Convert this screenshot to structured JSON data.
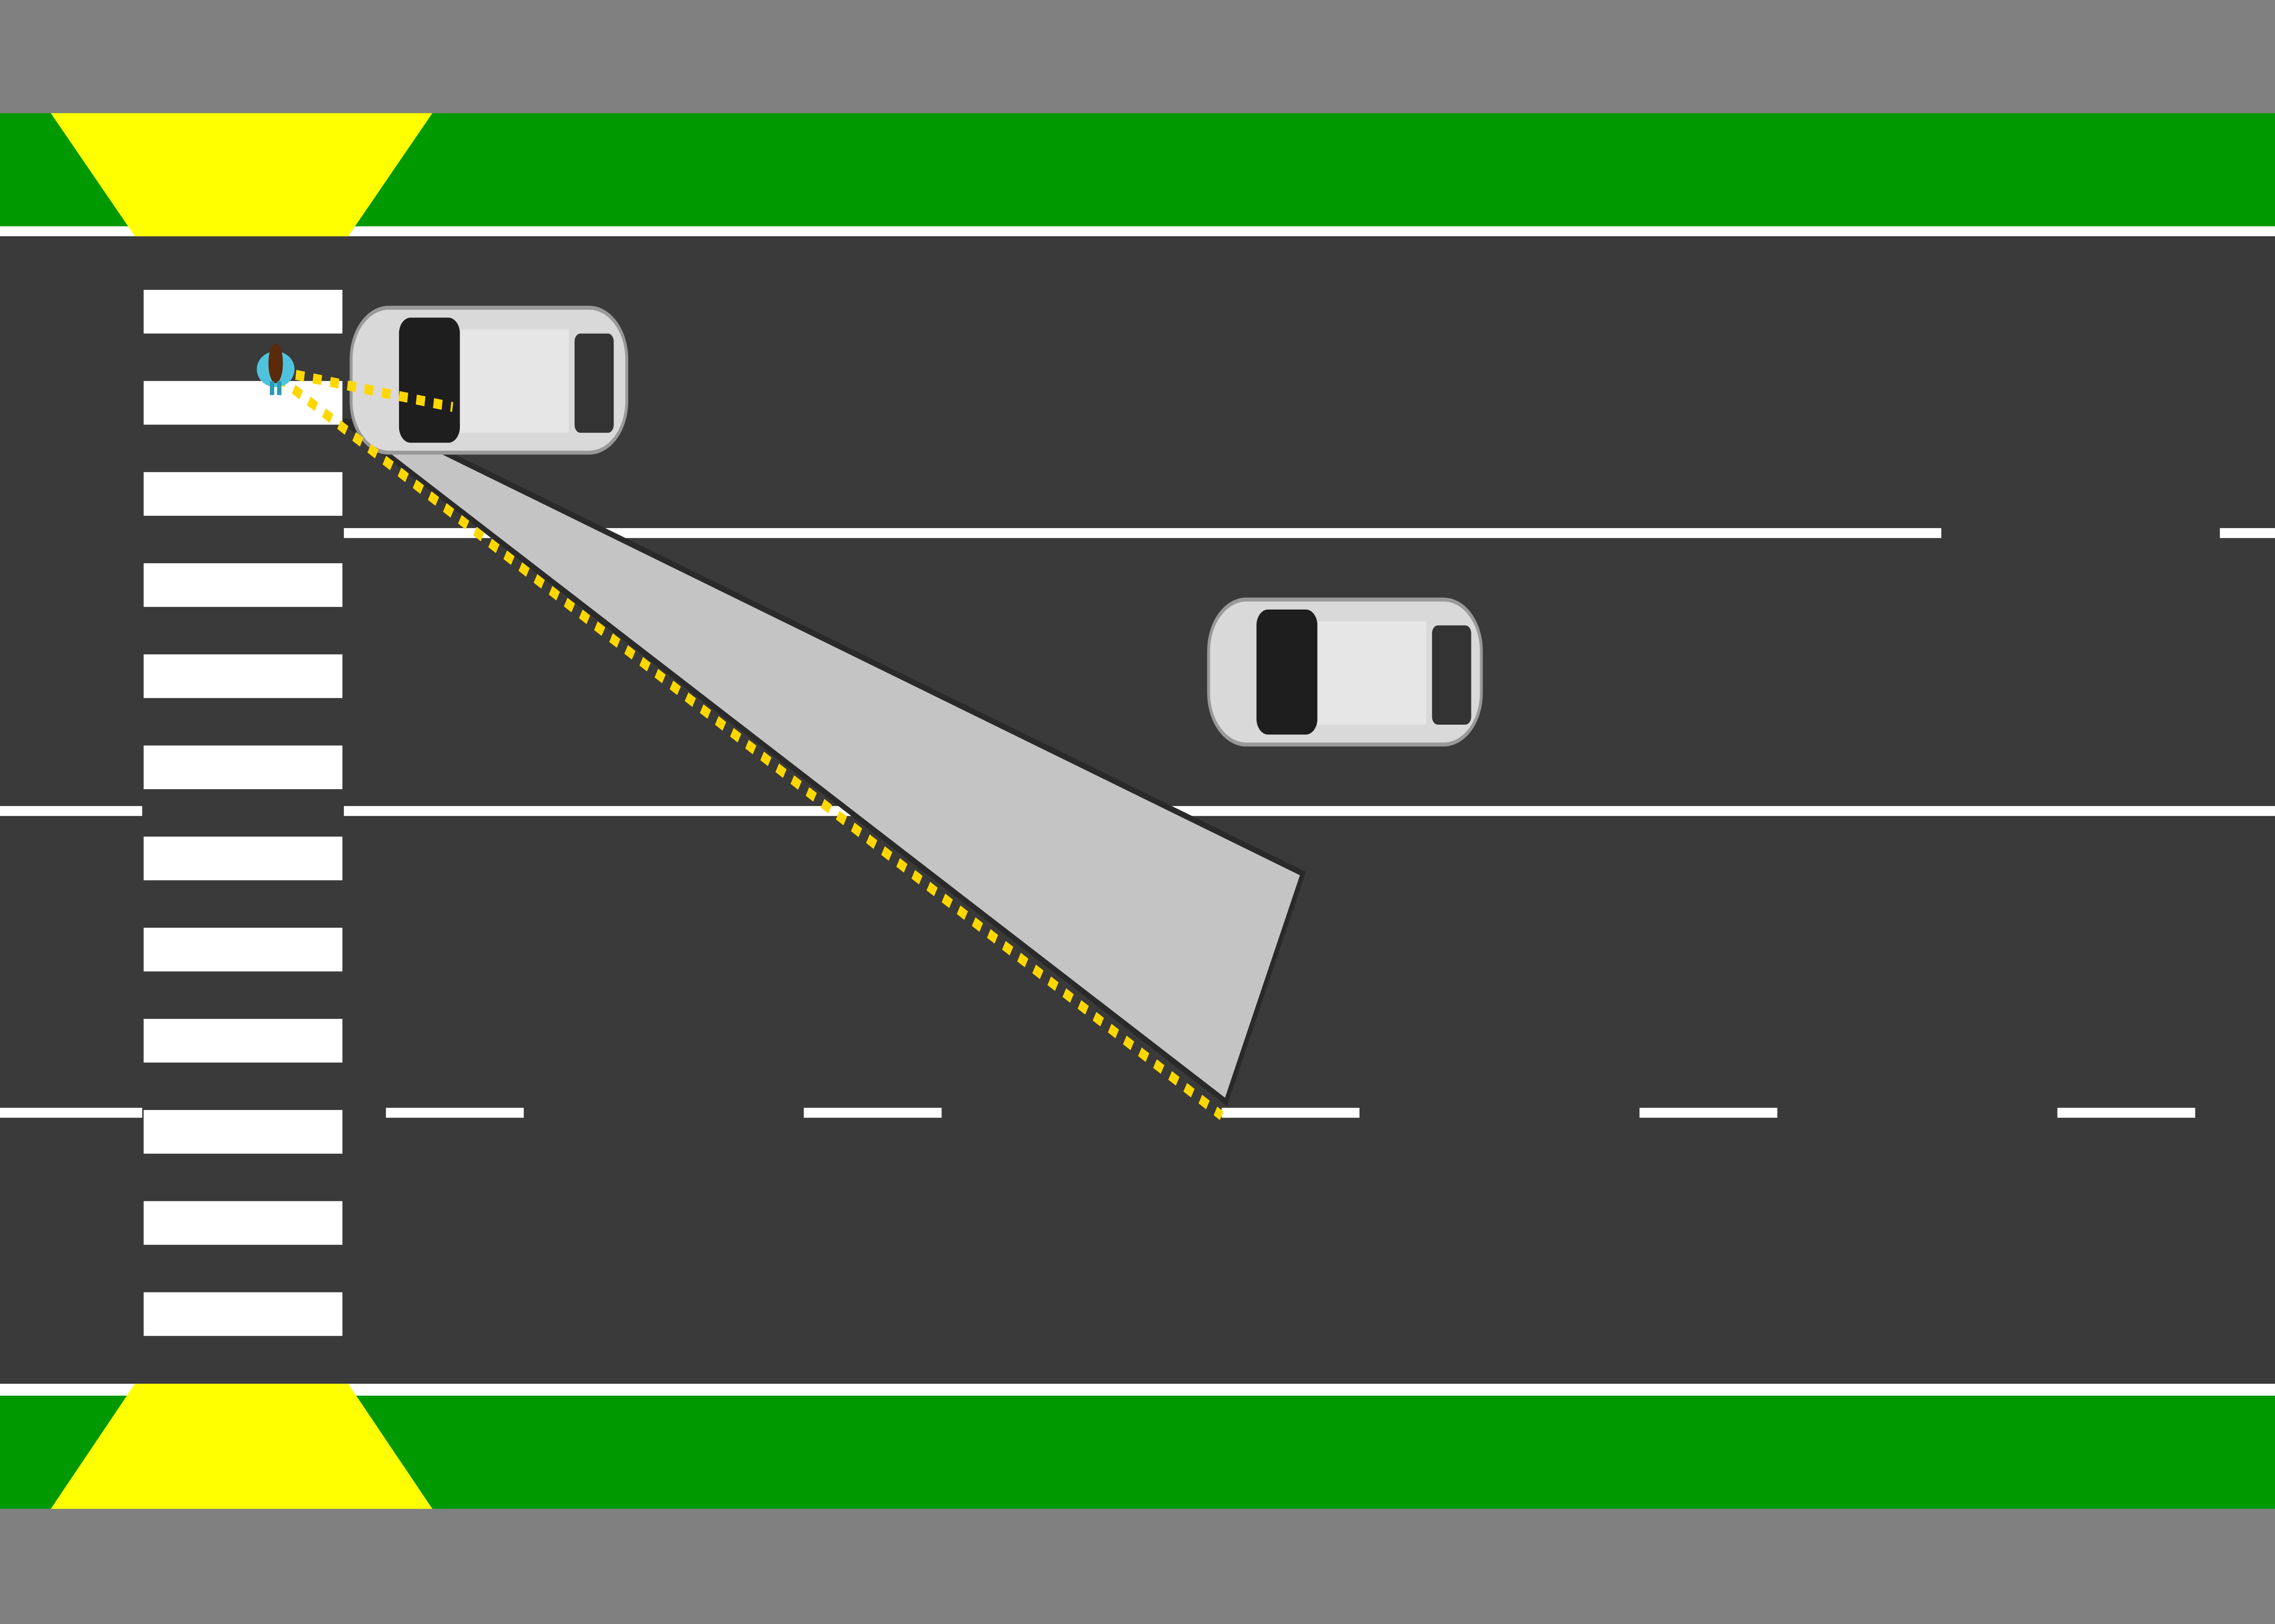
{
  "scene": {
    "colors": {
      "sidewalk": "#808080",
      "grass": "#009900",
      "road": "#3a3a3a",
      "marking": "#ffffff",
      "curb_ramp": "#ffff00",
      "sightline": "#ffd700",
      "blind_zone": "#c4c4c4",
      "car_body": "#d9d9d9",
      "pedestrian_body": "#5a2a0a",
      "pedestrian_shirt": "#4fc3dd"
    },
    "crosswalk_stripe_count": 12,
    "vehicles": [
      "stopped-car-near-lane",
      "approaching-car-middle-lane"
    ],
    "pedestrian": "pedestrian-in-crosswalk"
  }
}
